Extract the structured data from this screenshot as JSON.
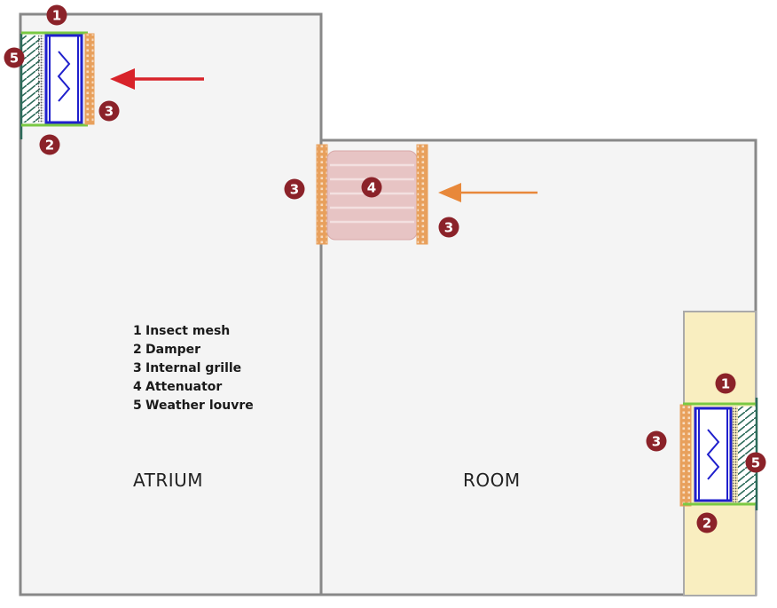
{
  "legend": {
    "items": [
      {
        "num": "1",
        "label": "Insect mesh"
      },
      {
        "num": "2",
        "label": "Damper"
      },
      {
        "num": "3",
        "label": "Internal grille"
      },
      {
        "num": "4",
        "label": "Attenuator"
      },
      {
        "num": "5",
        "label": "Weather louvre"
      }
    ]
  },
  "rooms": {
    "atrium": "ATRIUM",
    "room": "ROOM"
  },
  "badges": {
    "insect_mesh": "1",
    "damper": "2",
    "internal_grille": "3",
    "attenuator": "4",
    "weather_louvre": "5"
  },
  "colors": {
    "wall": "#888888",
    "floor": "#f4f4f4",
    "badge": "#8b2229",
    "insect_mesh": "#7ac943",
    "damper": "#1f1fcc",
    "grille": "#e8a05c",
    "louvre": "#2c6b5a",
    "attenuator": "#e7c4c4",
    "side_panel": "#f9eec0",
    "arrow_red": "#d8232a",
    "arrow_orange": "#e8883a"
  }
}
